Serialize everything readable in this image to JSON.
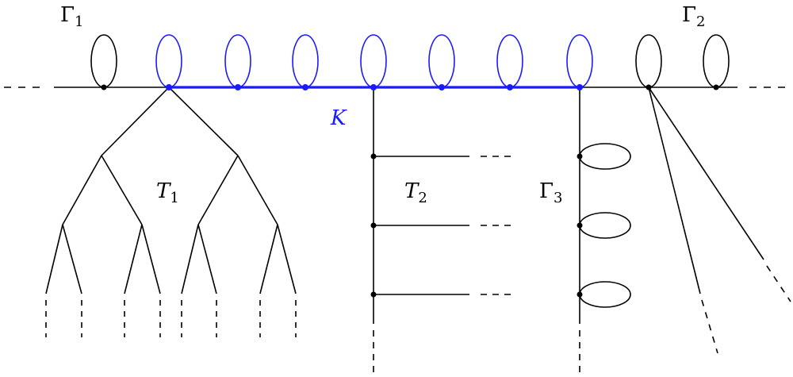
{
  "labels": {
    "gamma1": {
      "main": "Γ",
      "sub": "1"
    },
    "gamma2": {
      "main": "Γ",
      "sub": "2"
    },
    "gamma3": {
      "main": "Γ",
      "sub": "3"
    },
    "k": {
      "main": "K"
    },
    "t1": {
      "main": "T",
      "sub": "1"
    },
    "t2": {
      "main": "T",
      "sub": "2"
    }
  },
  "colors": {
    "ink": "#000000",
    "highlight": "#1a1aff"
  }
}
